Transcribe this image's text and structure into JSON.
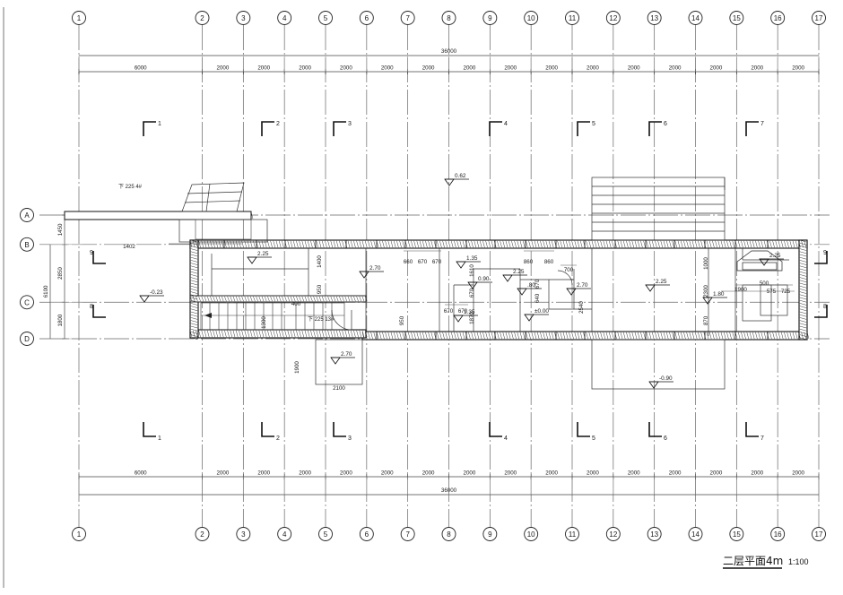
{
  "drawing": {
    "title": "二层平面4m",
    "scale": "1:100",
    "total_width_dim": "36000",
    "total_height_dim": "6100"
  },
  "grid": {
    "horizontal_labels": [
      "1",
      "2",
      "3",
      "4",
      "5",
      "6",
      "7",
      "8",
      "9",
      "10",
      "11",
      "12",
      "13",
      "14",
      "15",
      "16",
      "17"
    ],
    "vertical_labels": [
      "A",
      "B",
      "C",
      "D"
    ],
    "top_dimensions": [
      "6000",
      "2000",
      "2000",
      "2000",
      "2000",
      "2000",
      "2000",
      "2000",
      "2000",
      "2000",
      "2000",
      "2000",
      "2000",
      "2000",
      "2000",
      "2000"
    ],
    "bottom_dimensions": [
      "6000",
      "2000",
      "2000",
      "2000",
      "2000",
      "2000",
      "2000",
      "2000",
      "2000",
      "2000",
      "2000",
      "2000",
      "2000",
      "2000",
      "2000",
      "2000"
    ],
    "left_dimensions": [
      "1450",
      "2850",
      "1800"
    ],
    "left_total": "6100"
  },
  "section_markers": {
    "top": [
      "1",
      "2",
      "3",
      "4",
      "5",
      "6",
      "7"
    ],
    "bottom": [
      "1",
      "2",
      "3",
      "4",
      "5",
      "6",
      "7"
    ],
    "left": [
      "9",
      "8"
    ],
    "right": [
      "9",
      "8"
    ]
  },
  "elevations": [
    {
      "value": "0.62"
    },
    {
      "value": "2.25"
    },
    {
      "value": "2.70"
    },
    {
      "value": "-0.23"
    },
    {
      "value": "2.70"
    },
    {
      "value": "2.25"
    },
    {
      "value": ".80"
    },
    {
      "value": "1.35"
    },
    {
      "value": "1.35"
    },
    {
      "value": "0.90"
    },
    {
      "value": "±0.00"
    },
    {
      "value": "2.70"
    },
    {
      "value": "2.25"
    },
    {
      "value": "1.80"
    },
    {
      "value": "2.25"
    },
    {
      "value": "-0.90"
    }
  ],
  "interior_dimensions": {
    "canopy_width": "1402",
    "stair_run": "1300",
    "tread": "400",
    "door_offset_a": "1400",
    "door_offset_b": "950",
    "door_offset_c": "950",
    "bath_width": "2100",
    "bath_depth": "1900",
    "window_group_1": [
      "660",
      "670",
      "670"
    ],
    "window_group_2": [
      "670",
      "670"
    ],
    "window_group_3": [
      "860",
      "860"
    ],
    "window_group_4": [
      "700"
    ],
    "vertical_a": "1610",
    "vertical_b": "670",
    "vertical_c": "1870",
    "vertical_d": "640",
    "vertical_e": "670",
    "vertical_f": "2540",
    "right_a": "1000",
    "right_b": "2300",
    "right_c": "870",
    "right_d": "1900",
    "right_e": "500",
    "right_f": "575",
    "right_g": "725",
    "stair_note_top": "下 225 4#",
    "stair_note_mid": "下 225 13#"
  },
  "colors": {
    "line": "#1a1a1a",
    "grid": "#555555",
    "thin": "#777777",
    "background": "#ffffff"
  }
}
